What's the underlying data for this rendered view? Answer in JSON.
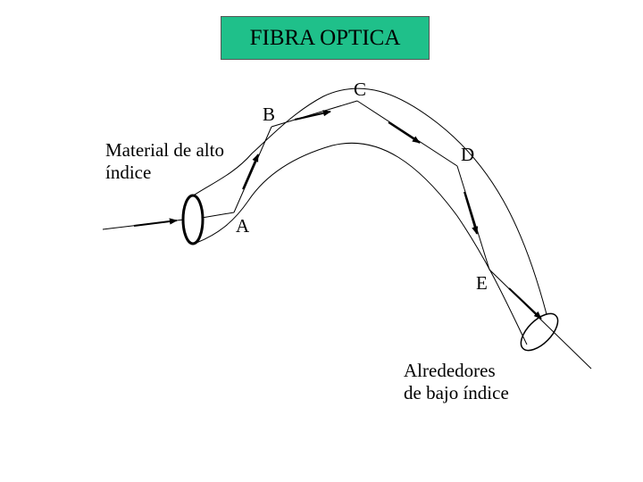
{
  "title": "FIBRA OPTICA",
  "labels": {
    "a": "A",
    "b": "B",
    "c": "C",
    "d": "D",
    "e": "E",
    "high_index": "Material de alto\níndice",
    "low_index": "Alrededores\nde bajo índice"
  },
  "colors": {
    "title_fill": "#1fc08a",
    "line": "#000000"
  }
}
